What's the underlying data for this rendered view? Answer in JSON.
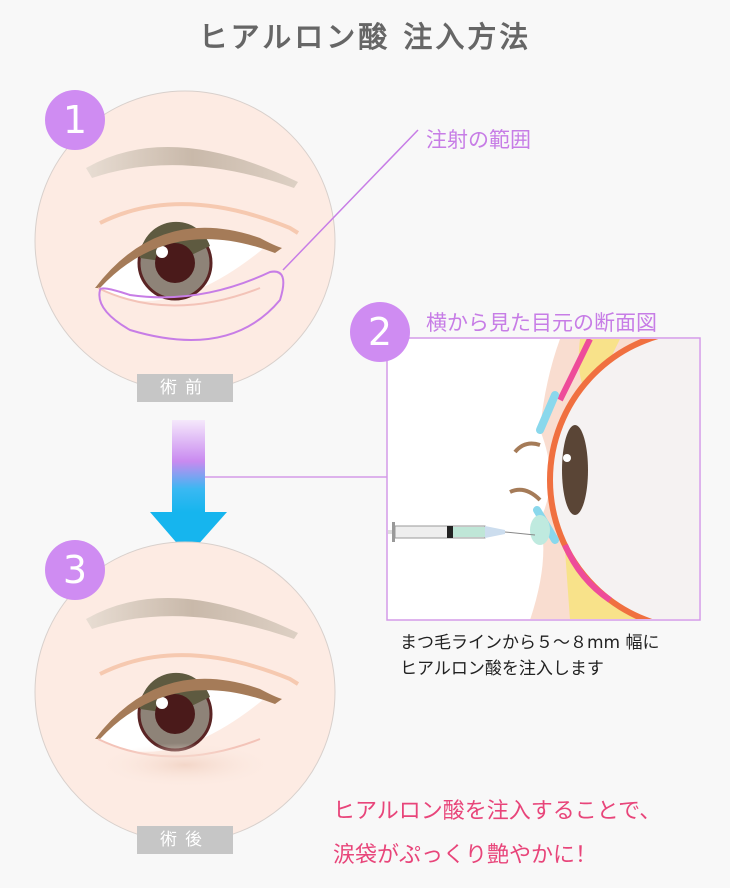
{
  "title": "ヒアルロン酸 注入方法",
  "steps": [
    {
      "number": "1",
      "tag": "術前",
      "annotation": "注射の範囲"
    },
    {
      "number": "2",
      "heading": "横から見た目元の断面図",
      "caption": [
        "まつ毛ラインから５～８mm 幅に",
        "ヒアルロン酸を注入します"
      ]
    },
    {
      "number": "3",
      "tag": "術後"
    }
  ],
  "result": [
    "ヒアルロン酸を注入することで、",
    "涙袋がぷっくり艶やかに！"
  ],
  "colors": {
    "badge": "#cf8cf2",
    "accent_text": "#e8457a",
    "line": "#d49ae8"
  }
}
